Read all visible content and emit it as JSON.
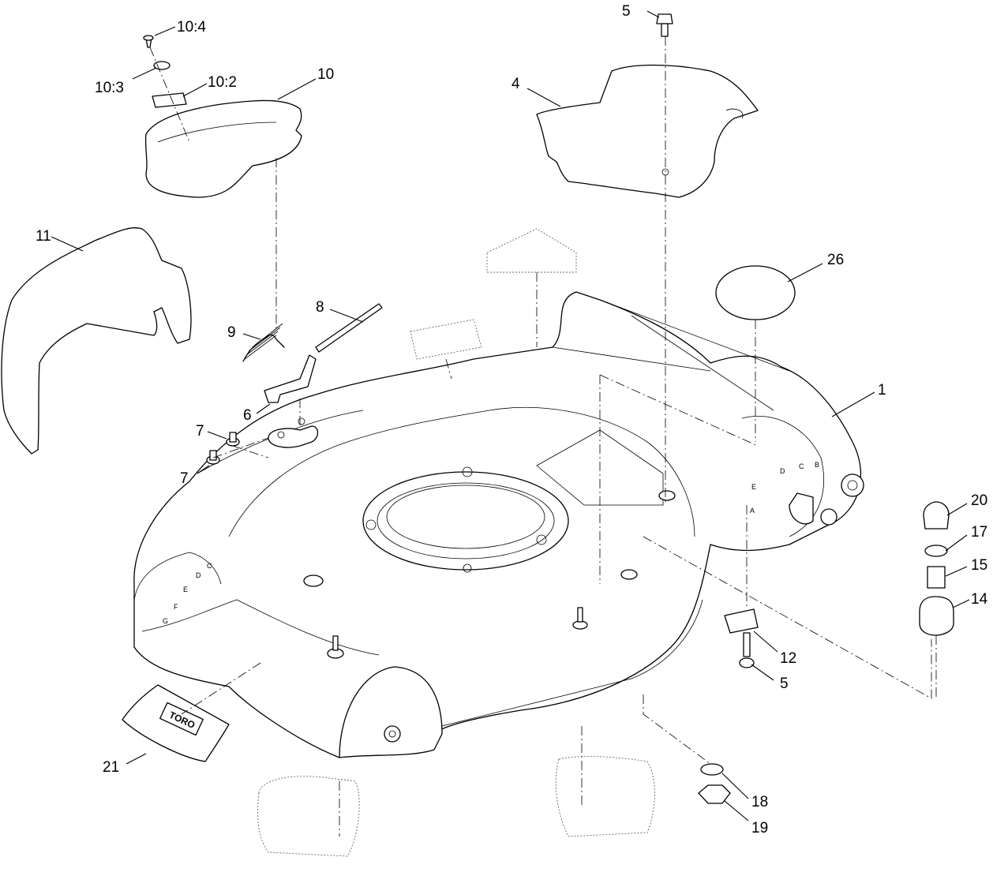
{
  "callouts": [
    {
      "id": "c-10-4",
      "text": "10:4"
    },
    {
      "id": "c-10-3",
      "text": "10:3"
    },
    {
      "id": "c-10-2",
      "text": "10:2"
    },
    {
      "id": "c-10",
      "text": "10"
    },
    {
      "id": "c-5a",
      "text": "5"
    },
    {
      "id": "c-4",
      "text": "4"
    },
    {
      "id": "c-11",
      "text": "11"
    },
    {
      "id": "c-26",
      "text": "26"
    },
    {
      "id": "c-8",
      "text": "8"
    },
    {
      "id": "c-9",
      "text": "9"
    },
    {
      "id": "c-1",
      "text": "1"
    },
    {
      "id": "c-6",
      "text": "6"
    },
    {
      "id": "c-7a",
      "text": "7"
    },
    {
      "id": "c-7b",
      "text": "7"
    },
    {
      "id": "c-20",
      "text": "20"
    },
    {
      "id": "c-17",
      "text": "17"
    },
    {
      "id": "c-15",
      "text": "15"
    },
    {
      "id": "c-14",
      "text": "14"
    },
    {
      "id": "c-12",
      "text": "12"
    },
    {
      "id": "c-5b",
      "text": "5"
    },
    {
      "id": "c-21",
      "text": "21"
    },
    {
      "id": "c-18",
      "text": "18"
    },
    {
      "id": "c-19",
      "text": "19"
    }
  ],
  "decal_text": "TORO",
  "height_letters_right": [
    "E",
    "D",
    "C",
    "B",
    "A"
  ],
  "height_letters_left": [
    "G",
    "F",
    "E",
    "D",
    "C"
  ]
}
